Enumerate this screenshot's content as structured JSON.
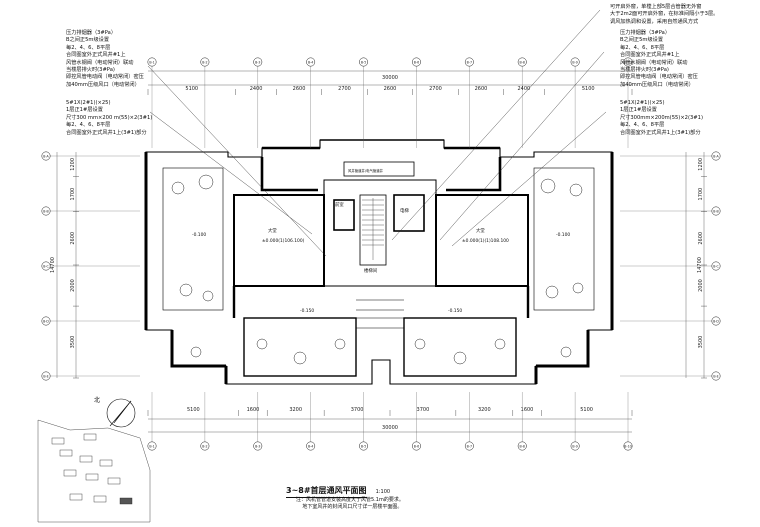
{
  "left_notes": {
    "block1": [
      "压力排烟器（3#Pa）",
      "B之间正5m级设置",
      "每2、4、6、8平层",
      "合同图室外正式风井#1上",
      "风管水钢阀（电动常闭）联动",
      "当楼层排火时(3#Pa)",
      "即控风管电动阀（电动常闭）密压",
      "加40mm压级风口（电动常闭）"
    ],
    "block2": [
      "5#1X(2#1)(×25)",
      "1层正1#层设置",
      "尺寸300 mm×200 m(55)×2(3#1)",
      "每2、4、6、8平层",
      "合同图室外正式风井1上(3#1)部分"
    ]
  },
  "right_notes": {
    "block0": [
      "可开启外窗，单樘上部5层合管器无外窗",
      "大于2m2面可开启外窗，在标准间隔小于3层。",
      "调风加热调和设置，采用自然通风方式"
    ],
    "block1": [
      "压力排烟器（3#Pa）",
      "B之间正5m级设置",
      "每2、4、6、8平层",
      "合同图室外正式风井#1上",
      "风管水钢阀（电动常闭）联动",
      "当楼层排火时(3#Pa)",
      "即控风管电动阀（电动常闭）密压",
      "加40mm压级风口（电动常闭）"
    ],
    "block2": [
      "5#1X(2#1)(×25)",
      "1层正1#层设置",
      "尺寸300mm×200m(55)×2(3#1)",
      "每2、4、6、8平层",
      "合同图室外正式风井1上(3#1)部分"
    ]
  },
  "top_dims": [
    "5100",
    "2400",
    "2600",
    "2700",
    "2600",
    "2700",
    "2600",
    "2400",
    "5100"
  ],
  "top_total": "30000",
  "bottom_dims": [
    "5100",
    "1600",
    "3200",
    "3700",
    "3700",
    "3200",
    "1600",
    "5100"
  ],
  "bottom_total": "30000",
  "left_dims": [
    "1200",
    "1700",
    "2600",
    "2000",
    "3500"
  ],
  "left_total": "14700",
  "right_dims": [
    "1200",
    "1700",
    "2600",
    "2000",
    "3500"
  ],
  "right_total": "14700",
  "axes_top": [
    "B-1",
    "B-2",
    "B-3",
    "B-4",
    "B-5",
    "B-6",
    "B-7",
    "B-8",
    "B-9",
    "B-10"
  ],
  "axes_bottom": [
    "B-1",
    "B-2",
    "B-3",
    "B-4",
    "B-5",
    "B-6",
    "B-7",
    "B-8",
    "B-9",
    "B-10"
  ],
  "axes_left": [
    "B-A",
    "B-B",
    "B-C",
    "B-D",
    "B-E"
  ],
  "axes_right": [
    "B-A",
    "B-B",
    "B-C",
    "B-D",
    "B-E"
  ],
  "rooms": {
    "left_hall_label": "大堂",
    "left_hall_level": "±0.000(1)106.100)",
    "right_hall_label": "大堂",
    "right_hall_level": "±0.000(1)(1)108.100",
    "left_yard_level": "-0.100",
    "right_yard_level": "-0.100",
    "core_label": "前室",
    "stair_label": "楼梯间",
    "elevator_label": "电梯",
    "left_porch_level": "-0.150",
    "right_porch_level": "-0.150",
    "top_corridor_label": "风井管道井/电气管道井"
  },
  "north_label": "北",
  "title": "3~8#首层通风平面图",
  "scale": "1:100",
  "footnote_lines": [
    "注：风机管管道安装高度大于风管5.1m的要求。",
    "    地下室风井的封闭风口尺寸详一层楼平面图。"
  ],
  "colors": {
    "ink": "#111111",
    "wall": "#000000",
    "thin": "#333333"
  }
}
